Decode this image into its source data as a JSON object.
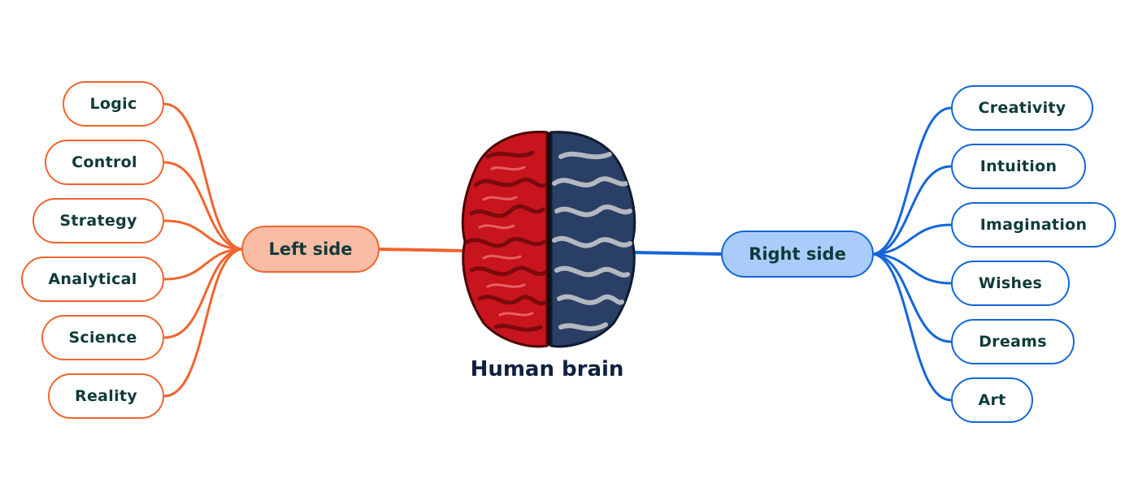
{
  "center": {
    "title": "Human brain"
  },
  "left_branch": {
    "label": "Left side",
    "color": "#f0642d",
    "fill": "#f9bca4",
    "items": [
      "Logic",
      "Control",
      "Strategy",
      "Analytical",
      "Science",
      "Reality"
    ]
  },
  "right_branch": {
    "label": "Right side",
    "color": "#1466d8",
    "fill": "#a9ccfb",
    "items": [
      "Creativity",
      "Intuition",
      "Imagination",
      "Wishes",
      "Dreams",
      "Art"
    ]
  },
  "brain_colors": {
    "left_hemisphere": "#c8141c",
    "right_hemisphere": "#2a3f66"
  }
}
